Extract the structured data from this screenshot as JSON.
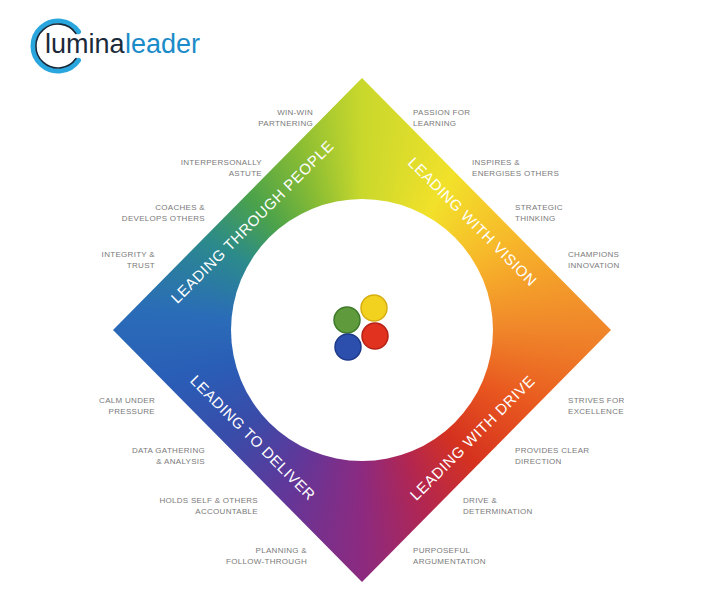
{
  "diagram": {
    "nodes": [
      {
        "text": [
          "LEADING THROUGH PEOPLE"
        ]
      },
      {
        "text": [
          "LEADING WITH VISION"
        ]
      },
      {
        "text": [
          "LEADING TO DELIVER"
        ]
      },
      {
        "text": [
          "LEADING WITH DRIVE"
        ]
      }
    ],
    "labels": [
      "lumina",
      "leader",
      "WIN-WIN PARTNERING",
      "INTERPERSONALLY ASTUTE",
      "COACHES & DEVELOPS OTHERS",
      "INTEGRITY & TRUST",
      "PASSION FOR LEARNING",
      "INSPIRES & ENERGISES OTHERS",
      "STRATEGIC THINKING",
      "CHAMPIONS INNOVATION",
      "CALM UNDER PRESSURE",
      "DATA GATHERING & ANALYSIS",
      "HOLDS SELF & OTHERS ACCOUNTABLE",
      "PLANNING & FOLLOW-THROUGH",
      "STRIVES FOR EXCELLENCE",
      "PROVIDES CLEAR DIRECTION",
      "DRIVE & DETERMINATION",
      "PURPOSEFUL ARGUMENTATION"
    ]
  }
}
